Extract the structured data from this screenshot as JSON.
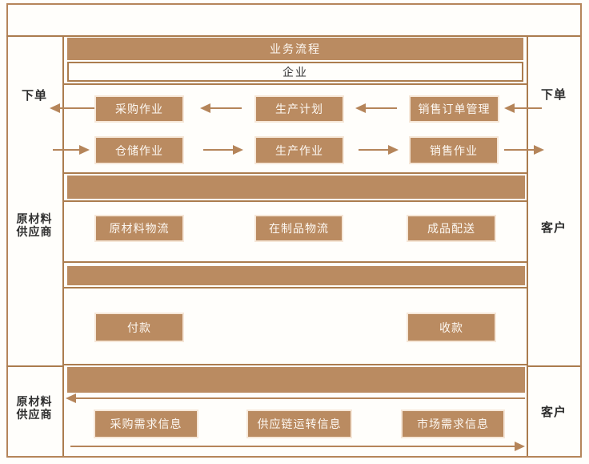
{
  "header": {
    "flow_title": "业务流程",
    "enterprise": "企业"
  },
  "side_labels": {
    "left_order": "下单",
    "right_order": "下单",
    "left_supplier_line1": "原材料",
    "left_supplier_line2": "供应商",
    "right_customer": "客户",
    "left_supplier_bottom_line1": "原材料",
    "left_supplier_bottom_line2": "供应商",
    "right_customer_bottom": "客户"
  },
  "rows": {
    "plan": [
      "采购作业",
      "生产计划",
      "销售订单管理"
    ],
    "ops": [
      "仓储作业",
      "生产作业",
      "销售作业"
    ],
    "logistics": [
      "原材料物流",
      "在制品物流",
      "成品配送"
    ],
    "payment": [
      "付款",
      "收款"
    ],
    "info": [
      "采购需求信息",
      "供应链运转信息",
      "市场需求信息"
    ]
  },
  "colors": {
    "brown_fill": "#ba8b61",
    "line_brown": "#ab7c4e",
    "arrow_brown": "#b5855a",
    "label_text": "#2f2f2f",
    "box_text": "#fdf8f2"
  }
}
